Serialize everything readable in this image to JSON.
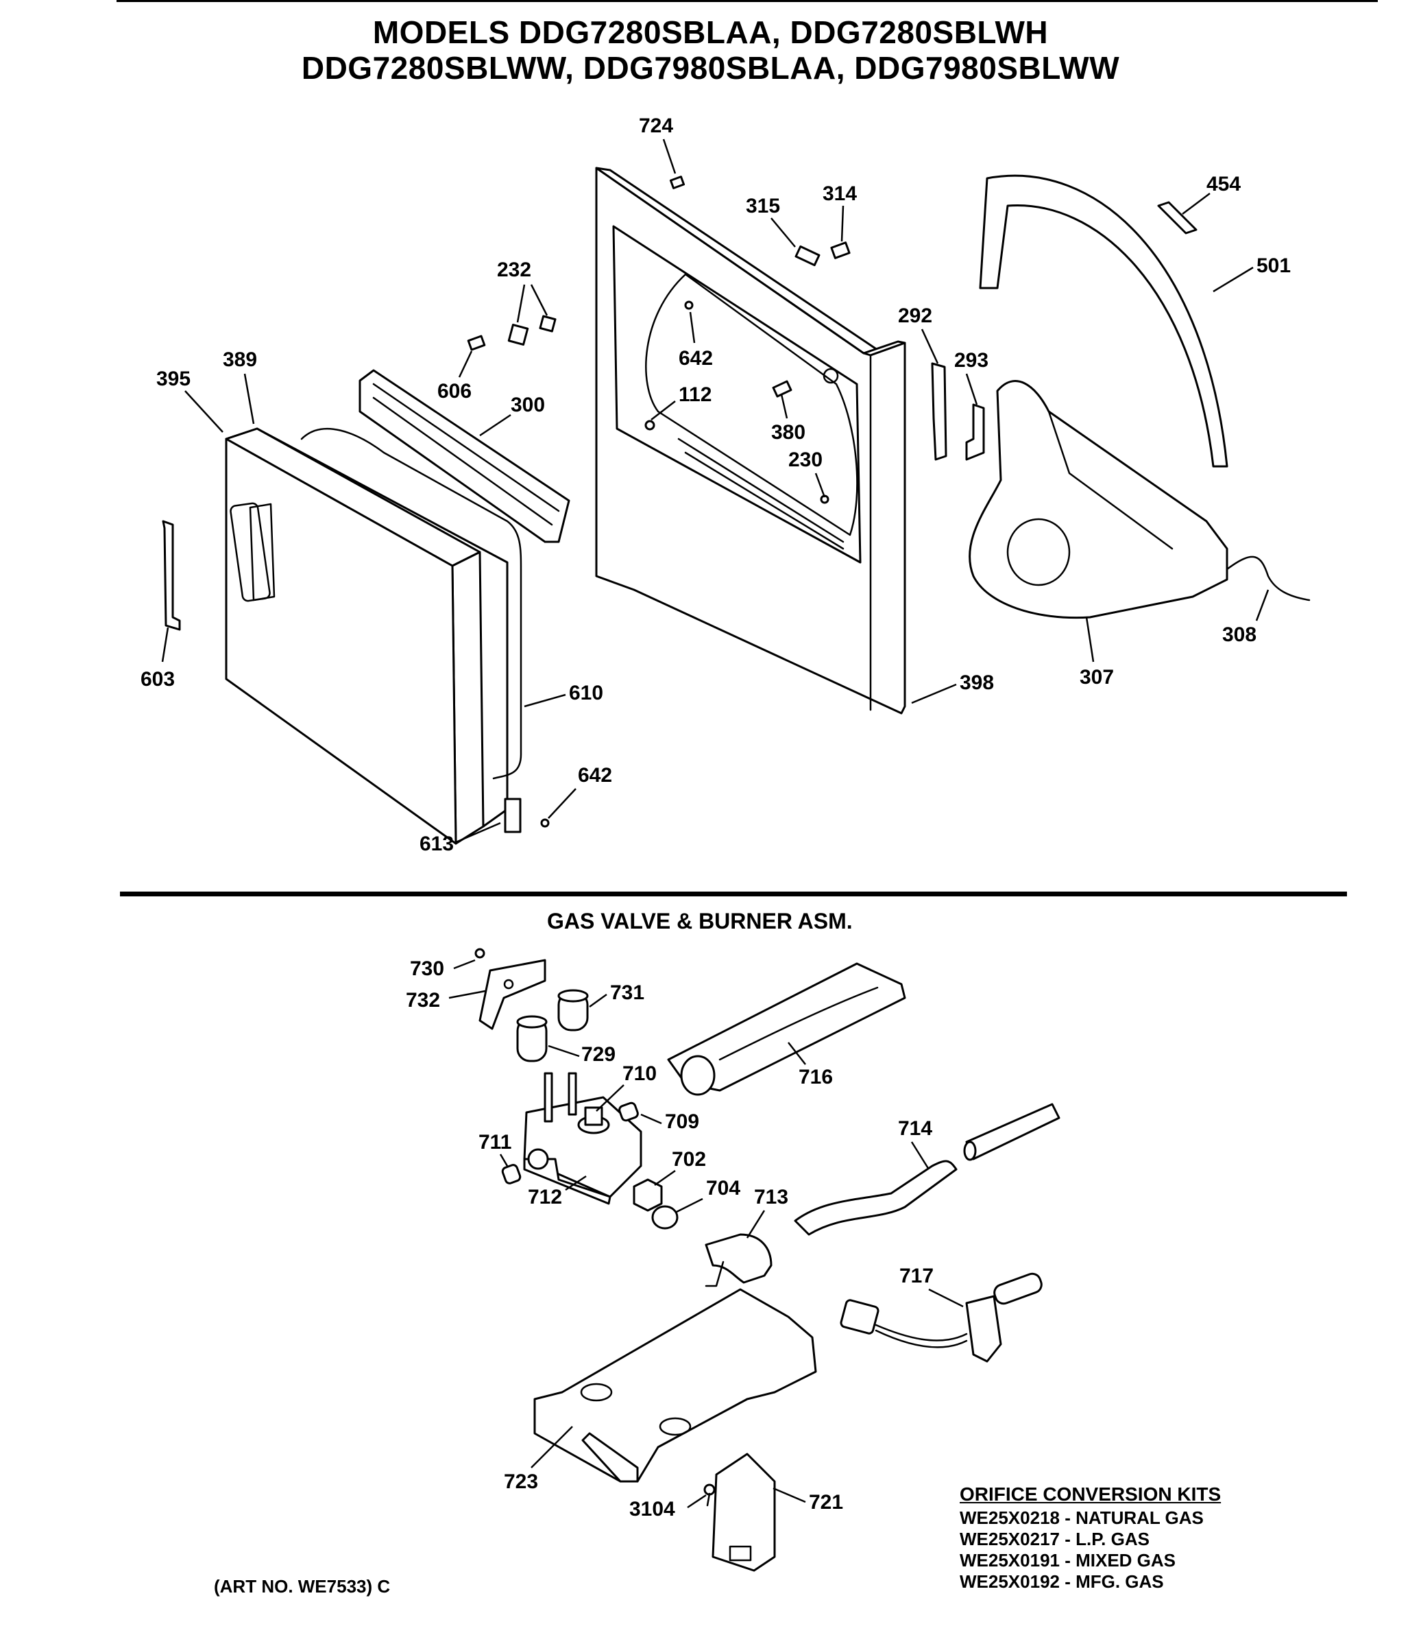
{
  "header": {
    "title_line1": "MODELS DDG7280SBLAA, DDG7280SBLWH",
    "title_line2": "DDG7280SBLWW, DDG7980SBLAA, DDG7980SBLWW"
  },
  "section2": {
    "title": "GAS VALVE & BURNER ASM."
  },
  "callouts": {
    "c724": "724",
    "c315": "315",
    "c314": "314",
    "c454": "454",
    "c501": "501",
    "c232": "232",
    "c292": "292",
    "c293": "293",
    "c642a": "642",
    "c112": "112",
    "c380": "380",
    "c230": "230",
    "c395": "395",
    "c389": "389",
    "c606": "606",
    "c300": "300",
    "c603": "603",
    "c610": "610",
    "c398": "398",
    "c307": "307",
    "c308": "308",
    "c642b": "642",
    "c613": "613",
    "c730": "730",
    "c732": "732",
    "c731": "731",
    "c729": "729",
    "c710": "710",
    "c716": "716",
    "c709": "709",
    "c711": "711",
    "c702": "702",
    "c704": "704",
    "c713": "713",
    "c712": "712",
    "c714": "714",
    "c717": "717",
    "c723": "723",
    "c721": "721",
    "c3104": "3104"
  },
  "kits": {
    "heading": "ORIFICE CONVERSION KITS",
    "items": [
      "WE25X0218 - NATURAL GAS",
      "WE25X0217 - L.P. GAS",
      "WE25X0191 - MIXED GAS",
      "WE25X0192 - MFG. GAS"
    ]
  },
  "footer": {
    "art_no": "(ART NO. WE7533) C"
  }
}
